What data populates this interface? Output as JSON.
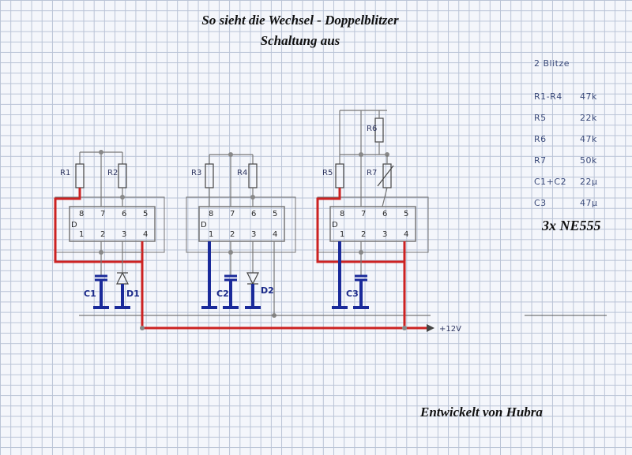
{
  "title": {
    "line1": "So sieht die Wechsel - Doppelblitzer",
    "line2": "Schaltung aus"
  },
  "ic_count": "3x NE555",
  "author": "Entwickelt von Hubra",
  "parts_list": {
    "heading": "2 Blitze",
    "items": [
      {
        "name": "R1-R4",
        "value": "47k"
      },
      {
        "name": "R5",
        "value": "22k"
      },
      {
        "name": "R6",
        "value": "47k"
      },
      {
        "name": "R7",
        "value": "50k"
      },
      {
        "name": "C1+C2",
        "value": "22µ"
      },
      {
        "name": "C3",
        "value": "47µ"
      }
    ]
  },
  "components": {
    "r1": "R1",
    "r2": "R2",
    "r3": "R3",
    "r4": "R4",
    "r5": "R5",
    "r6": "R6",
    "r7": "R7",
    "c1": "C1",
    "c2": "C2",
    "c3": "C3",
    "d1": "D1",
    "d2": "D2"
  },
  "supply_label": "+12V",
  "ic_pins": {
    "top": [
      "8",
      "7",
      "6",
      "5"
    ],
    "bottom": [
      "1",
      "2",
      "3",
      "4"
    ],
    "notch": "D"
  },
  "colors": {
    "wire": "#777777",
    "positive_wire": "#cc2222",
    "ground_wire": "#1a2a9a",
    "ink": "#2a2a2a"
  }
}
